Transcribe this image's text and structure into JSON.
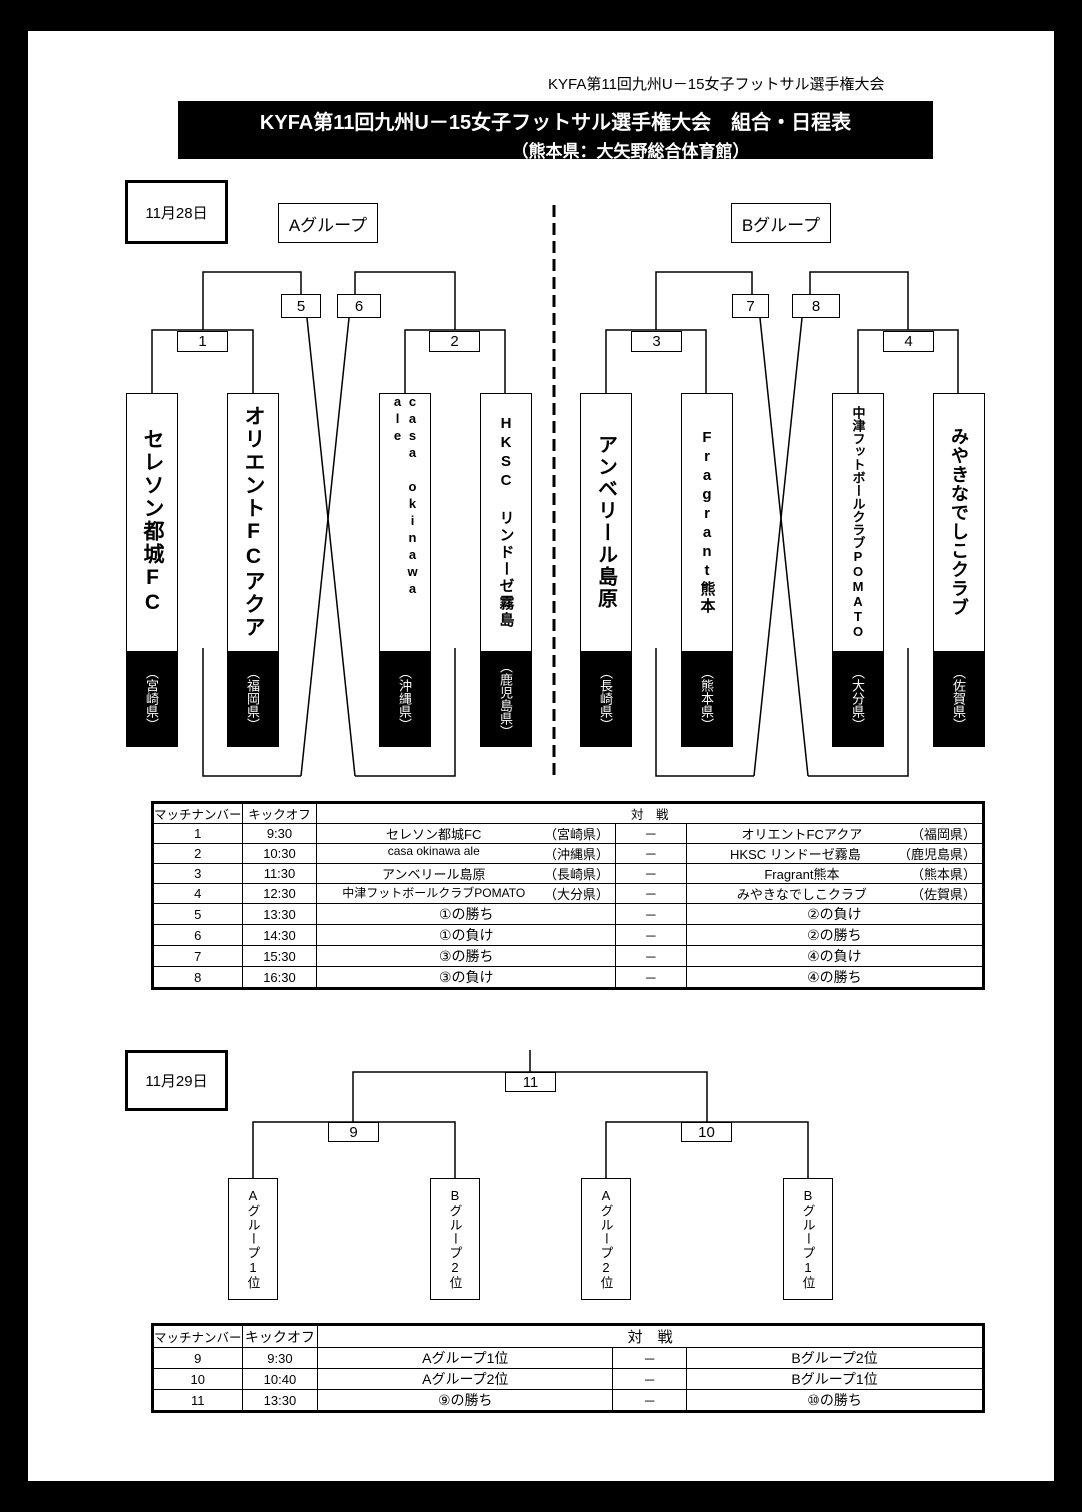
{
  "header": {
    "top_title": "KYFA第11回九州U－15女子フットサル選手権大会",
    "banner_title": "KYFA第11回九州U－15女子フットサル選手権大会　組合・日程表",
    "banner_venue": "（熊本県：大矢野総合体育館）"
  },
  "day1": {
    "date": "11月28日",
    "group_a": "Aグループ",
    "group_b": "Bグループ",
    "match_numbers": [
      "1",
      "2",
      "3",
      "4",
      "5",
      "6",
      "7",
      "8"
    ],
    "teams": [
      {
        "name": "セレソン都城FC",
        "pref": "（宮崎県）"
      },
      {
        "name": "オリエントFCアクア",
        "pref": "（福岡県）"
      },
      {
        "name": "casa okinawa ale",
        "pref": "（沖縄県）"
      },
      {
        "name": "HKSC リンドーゼ霧島",
        "pref": "（鹿児島県）"
      },
      {
        "name": "アンベリール島原",
        "pref": "（長崎県）"
      },
      {
        "name": "Fragrant熊本",
        "pref": "（熊本県）"
      },
      {
        "name": "中津フットボールクラブPOMATO",
        "pref": "（大分県）"
      },
      {
        "name": "みやきなでしこクラブ",
        "pref": "（佐賀県）"
      }
    ],
    "schedule": {
      "headers": [
        "マッチナンバー",
        "キックオフ",
        "対　戦"
      ],
      "rows": [
        {
          "no": "1",
          "time": "9:30",
          "home": "セレソン都城FC",
          "home_pref": "（宮崎県）",
          "vs": "－",
          "away": "オリエントFCアクア",
          "away_pref": "（福岡県）"
        },
        {
          "no": "2",
          "time": "10:30",
          "home": "casa okinawa ale",
          "home_pref": "（沖縄県）",
          "vs": "－",
          "away": "HKSC リンドーゼ霧島",
          "away_pref": "（鹿児島県）"
        },
        {
          "no": "3",
          "time": "11:30",
          "home": "アンベリール島原",
          "home_pref": "（長崎県）",
          "vs": "－",
          "away": "Fragrant熊本",
          "away_pref": "（熊本県）"
        },
        {
          "no": "4",
          "time": "12:30",
          "home": "中津フットボールクラブPOMATO",
          "home_pref": "（大分県）",
          "vs": "－",
          "away": "みやきなでしこクラブ",
          "away_pref": "（佐賀県）"
        },
        {
          "no": "5",
          "time": "13:30",
          "home": "①の勝ち",
          "home_pref": "",
          "vs": "－",
          "away": "②の負け",
          "away_pref": ""
        },
        {
          "no": "6",
          "time": "14:30",
          "home": "①の負け",
          "home_pref": "",
          "vs": "－",
          "away": "②の勝ち",
          "away_pref": ""
        },
        {
          "no": "7",
          "time": "15:30",
          "home": "③の勝ち",
          "home_pref": "",
          "vs": "－",
          "away": "④の負け",
          "away_pref": ""
        },
        {
          "no": "8",
          "time": "16:30",
          "home": "③の負け",
          "home_pref": "",
          "vs": "－",
          "away": "④の勝ち",
          "away_pref": ""
        }
      ]
    }
  },
  "day2": {
    "date": "11月29日",
    "match_numbers": [
      "9",
      "10",
      "11"
    ],
    "slots": [
      "Aグループ1位",
      "Bグループ2位",
      "Aグループ2位",
      "Bグループ1位"
    ],
    "schedule": {
      "headers": [
        "マッチナンバー",
        "キックオフ",
        "対　戦"
      ],
      "rows": [
        {
          "no": "9",
          "time": "9:30",
          "home": "Aグループ1位",
          "vs": "－",
          "away": "Bグループ2位"
        },
        {
          "no": "10",
          "time": "10:40",
          "home": "Aグループ2位",
          "vs": "－",
          "away": "Bグループ1位"
        },
        {
          "no": "11",
          "time": "13:30",
          "home": "⑨の勝ち",
          "vs": "－",
          "away": "⑩の勝ち"
        }
      ]
    }
  }
}
